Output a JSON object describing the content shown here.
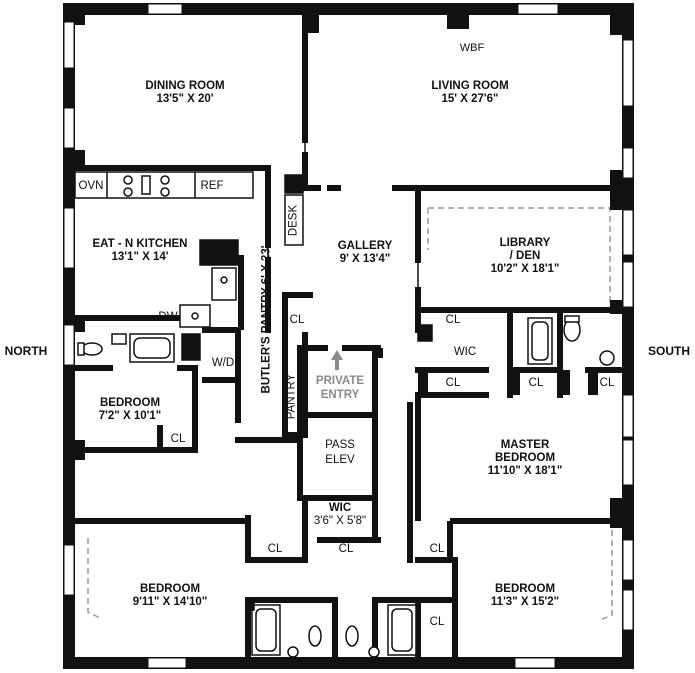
{
  "compass": {
    "north": "NORTH",
    "south": "SOUTH"
  },
  "rooms": {
    "dining_room": {
      "name": "DINING ROOM",
      "dims": "13'5\" X 20'"
    },
    "living_room": {
      "name": "LIVING ROOM",
      "dims": "15' X 27'6\""
    },
    "eat_in_kitchen": {
      "name": "EAT - N KITCHEN",
      "dims": "13'1\" X 14'"
    },
    "gallery": {
      "name": "GALLERY",
      "dims": "9' X 13'4\""
    },
    "library_den": {
      "name": "LIBRARY",
      "name2": "/ DEN",
      "dims": "10'2\" X 18'1\""
    },
    "bedroom_north": {
      "name": "BEDROOM",
      "dims": "7'2\" X 10'1\""
    },
    "master_bedroom": {
      "name": "MASTER",
      "name2": "BEDROOM",
      "dims": "11'10\" X 18'1\""
    },
    "wic_center": {
      "name": "WIC",
      "dims": "3'6\" X 5'8\""
    },
    "bedroom_sw": {
      "name": "BEDROOM",
      "dims": "9'11\" X 14'10\""
    },
    "bedroom_se": {
      "name": "BEDROOM",
      "dims": "11'3\" X 15'2\""
    },
    "butlers_pantry": {
      "label": "BUTLER'S PANTRY 6' X 23'"
    }
  },
  "fixtures": {
    "wbf": "WBF",
    "ovn": "OVN",
    "ref": "REF",
    "dw": "DW",
    "wd": "W/D",
    "desk": "DESK",
    "pantry": "PANTRY",
    "private_entry_1": "PRIVATE",
    "private_entry_2": "ENTRY",
    "pass_elev_1": "PASS",
    "pass_elev_2": "ELEV",
    "wic_master": "WIC",
    "closet": "CL"
  }
}
